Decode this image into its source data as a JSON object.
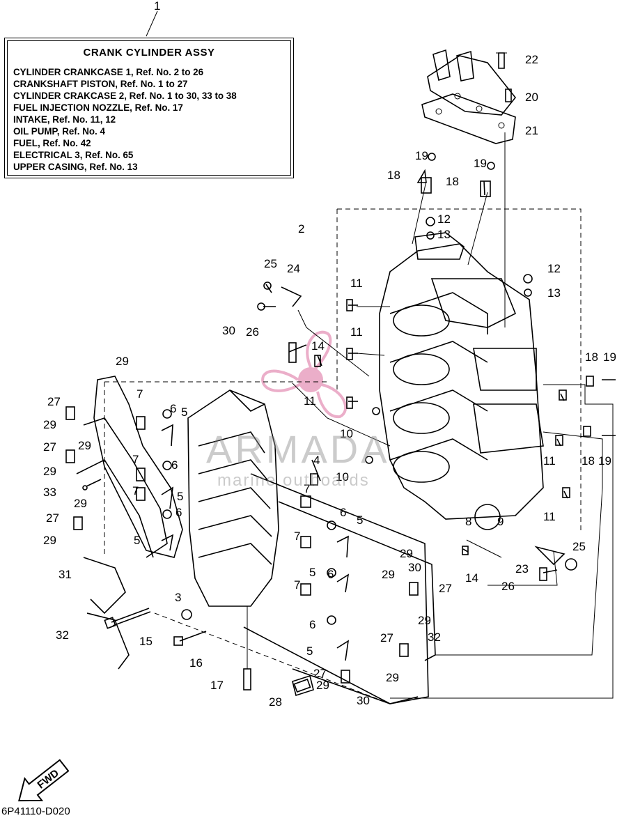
{
  "legend": {
    "ref_number": "1",
    "title": "CRANK CYLINDER ASSY",
    "lines": [
      "CYLINDER CRANKCASE 1, Ref. No. 2 to 26",
      "CRANKSHAFT PISTON, Ref. No. 1 to 27",
      "CYLINDER CRAKCASE 2, Ref. No. 1 to 30, 33 to 38",
      "FUEL INJECTION NOZZLE, Ref. No. 17",
      "INTAKE, Ref. No. 11, 12",
      "OIL PUMP, Ref. No. 4",
      "FUEL, Ref. No. 42",
      "ELECTRICAL 3, Ref. No. 65",
      "UPPER CASING, Ref. No. 13"
    ]
  },
  "watermark": {
    "brand": "ARMADA",
    "sub": "marine outboards"
  },
  "fwd_label": "FWD",
  "doc_code": "6P41110-D020",
  "colors": {
    "line": "#000000",
    "watermark_pink": "#e8a0c0",
    "watermark_gray": "#8c8c8c"
  },
  "callouts": [
    {
      "n": "22"
    },
    {
      "n": "20"
    },
    {
      "n": "21"
    },
    {
      "n": "19"
    },
    {
      "n": "19"
    },
    {
      "n": "18"
    },
    {
      "n": "18"
    },
    {
      "n": "12"
    },
    {
      "n": "13"
    },
    {
      "n": "2"
    },
    {
      "n": "12"
    },
    {
      "n": "13"
    },
    {
      "n": "25"
    },
    {
      "n": "24"
    },
    {
      "n": "11"
    },
    {
      "n": "26"
    },
    {
      "n": "30"
    },
    {
      "n": "14"
    },
    {
      "n": "11"
    },
    {
      "n": "29"
    },
    {
      "n": "18"
    },
    {
      "n": "19"
    },
    {
      "n": "11"
    },
    {
      "n": "7"
    },
    {
      "n": "27"
    },
    {
      "n": "6"
    },
    {
      "n": "5"
    },
    {
      "n": "29"
    },
    {
      "n": "29"
    },
    {
      "n": "27"
    },
    {
      "n": "10"
    },
    {
      "n": "7"
    },
    {
      "n": "6"
    },
    {
      "n": "29"
    },
    {
      "n": "4"
    },
    {
      "n": "10"
    },
    {
      "n": "11"
    },
    {
      "n": "18"
    },
    {
      "n": "19"
    },
    {
      "n": "33"
    },
    {
      "n": "29"
    },
    {
      "n": "7"
    },
    {
      "n": "5"
    },
    {
      "n": "7"
    },
    {
      "n": "8"
    },
    {
      "n": "9"
    },
    {
      "n": "11"
    },
    {
      "n": "6"
    },
    {
      "n": "27"
    },
    {
      "n": "6"
    },
    {
      "n": "5"
    },
    {
      "n": "29"
    },
    {
      "n": "7"
    },
    {
      "n": "5"
    },
    {
      "n": "29"
    },
    {
      "n": "30"
    },
    {
      "n": "25"
    },
    {
      "n": "23"
    },
    {
      "n": "14"
    },
    {
      "n": "6"
    },
    {
      "n": "26"
    },
    {
      "n": "7"
    },
    {
      "n": "27"
    },
    {
      "n": "5"
    },
    {
      "n": "29"
    },
    {
      "n": "31"
    },
    {
      "n": "3"
    },
    {
      "n": "29"
    },
    {
      "n": "6"
    },
    {
      "n": "15"
    },
    {
      "n": "32"
    },
    {
      "n": "32"
    },
    {
      "n": "27"
    },
    {
      "n": "5"
    },
    {
      "n": "16"
    },
    {
      "n": "27"
    },
    {
      "n": "29"
    },
    {
      "n": "29"
    },
    {
      "n": "17"
    },
    {
      "n": "30"
    },
    {
      "n": "28"
    }
  ]
}
